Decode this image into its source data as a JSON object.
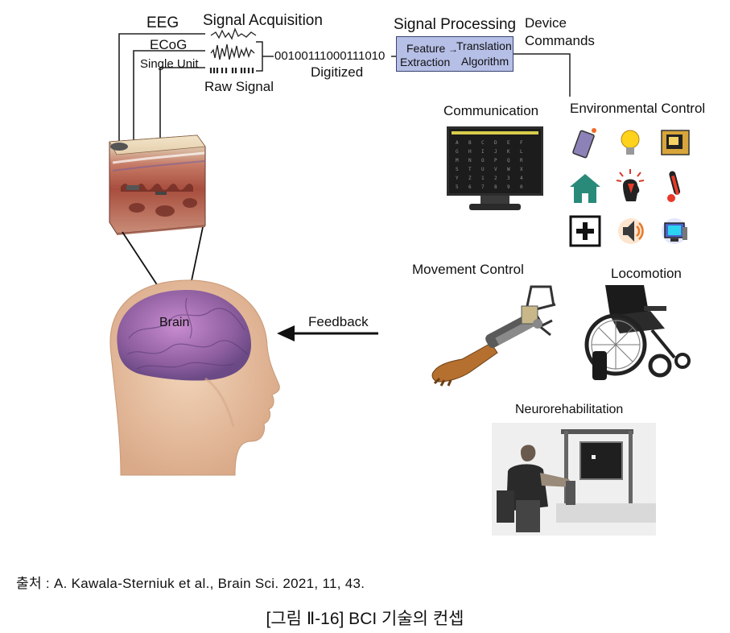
{
  "labels": {
    "eeg": "EEG",
    "ecog": "ECoG",
    "single_unit": "Single Unit",
    "signal_acquisition": "Signal Acquisition",
    "raw_signal": "Raw Signal",
    "binary": "00100111000111010",
    "digitized": "Digitized",
    "signal_processing": "Signal Processing",
    "feature": "Feature",
    "extraction": "Extraction",
    "translation": "Translation",
    "algorithm": "Algorithm",
    "device": "Device",
    "commands": "Commands",
    "communication": "Communication",
    "environmental_control": "Environmental Control",
    "movement_control": "Movement Control",
    "locomotion": "Locomotion",
    "neurorehabilitation": "Neurorehabilitation",
    "feedback": "Feedback",
    "brain": "Brain"
  },
  "screen_keys": [
    "A",
    "B",
    "C",
    "D",
    "E",
    "F",
    "G",
    "H",
    "I",
    "J",
    "K",
    "L",
    "M",
    "N",
    "O",
    "P",
    "Q",
    "R",
    "S",
    "T",
    "U",
    "V",
    "W",
    "X",
    "Y",
    "Z",
    "1",
    "2",
    "3",
    "4",
    "5",
    "6",
    "7",
    "8",
    "9",
    "0"
  ],
  "env_icons": [
    "remote-icon",
    "lightbulb-icon",
    "television-icon",
    "house-icon",
    "head-alert-icon",
    "thermometer-icon",
    "plus-icon",
    "speaker-icon",
    "computer-icon"
  ],
  "colors": {
    "processing_box": "#b6bfe6",
    "brain": "#9a6aa8",
    "tissue": "#b65a4a",
    "skin": "#e8c4a4",
    "house": "#2a8a7a",
    "arrow": "#111111"
  },
  "caption": {
    "source": "출처 : A. Kawala-Sterniuk et al., Brain Sci. 2021, 11, 43.",
    "figure": "[그림 Ⅱ-16] BCI 기술의 컨셉"
  }
}
